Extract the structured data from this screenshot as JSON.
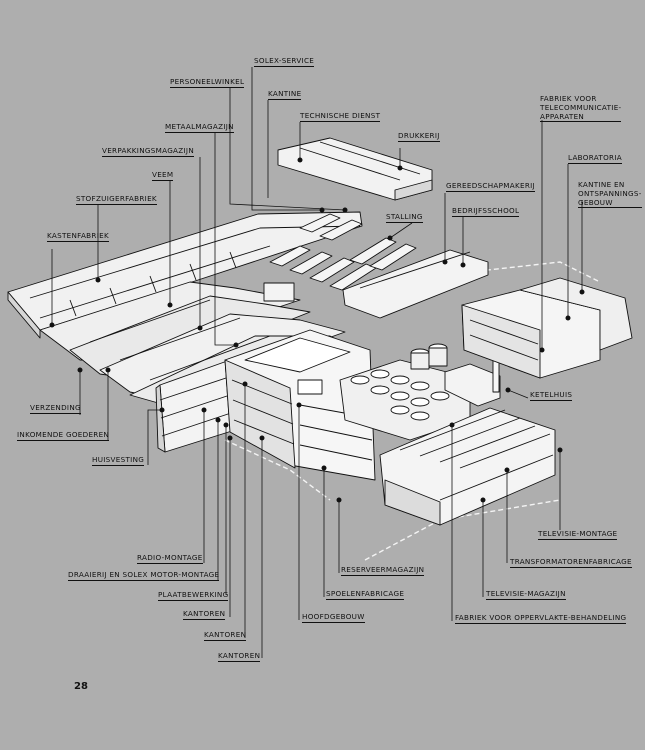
{
  "page_number": "28",
  "labels": {
    "solex_service": "SOLEX-SERVICE",
    "personeelwinkel": "PERSONEELWINKEL",
    "kantine": "KANTINE",
    "technische_dienst": "TECHNISCHE DIENST",
    "metaalmagazijn": "METAALMAGAZIJN",
    "drukkerij": "DRUKKERIJ",
    "verpakkingsmagazijn": "VERPAKKINGSMAGAZIJN",
    "veem": "VEEM",
    "gereedschapmakerij": "GEREEDSCHAPMAKERIJ",
    "stofzuigerfabriek": "STOFZUIGERFABRIEK",
    "bedrijfsschool": "BEDRIJFSSCHOOL",
    "stalling": "STALLING",
    "kastenfabriek": "KASTENFABRIEK",
    "fabriek_telecom": [
      "FABRIEK VOOR",
      "TELECOMMUNICATIE-",
      "APPARATEN"
    ],
    "laboratoria": "LABORATORIA",
    "kantine_ontspanning": [
      "KANTINE EN",
      "ONTSPANNINGS-",
      "GEBOUW"
    ],
    "ketelhuis": "KETELHUIS",
    "verzending": "VERZENDING",
    "inkomende_goederen": "INKOMENDE GOEDEREN",
    "huisvesting": "HUISVESTING",
    "televisie_montage": "TELEVISIE-MONTAGE",
    "radio_montage": "RADIO-MONTAGE",
    "transformatorenfabricage": "TRANSFORMATORENFABRICAGE",
    "draaierij": "DRAAIERIJ EN SOLEX MOTOR-MONTAGE",
    "reserveermagazijn": "RESERVEERMAGAZIJN",
    "plaatbewerking": "PLAATBEWERKING",
    "spoelenfabricage": "SPOELENFABRICAGE",
    "televisie_magazijn": "TELEVISIE-MAGAZIJN",
    "kantoren_1": "KANTOREN",
    "hoofdgebouw": "HOOFDGEBOUW",
    "fabriek_oppervlakte": "FABRIEK VOOR OPPERVLAKTE-BEHANDELING",
    "kantoren_2": "KANTOREN",
    "kantoren_3": "KANTOREN"
  },
  "colors": {
    "background": "#aeaeae",
    "building_fill": "#f2f2f2",
    "building_shade": "#d9d9d9",
    "ink": "#111111"
  }
}
